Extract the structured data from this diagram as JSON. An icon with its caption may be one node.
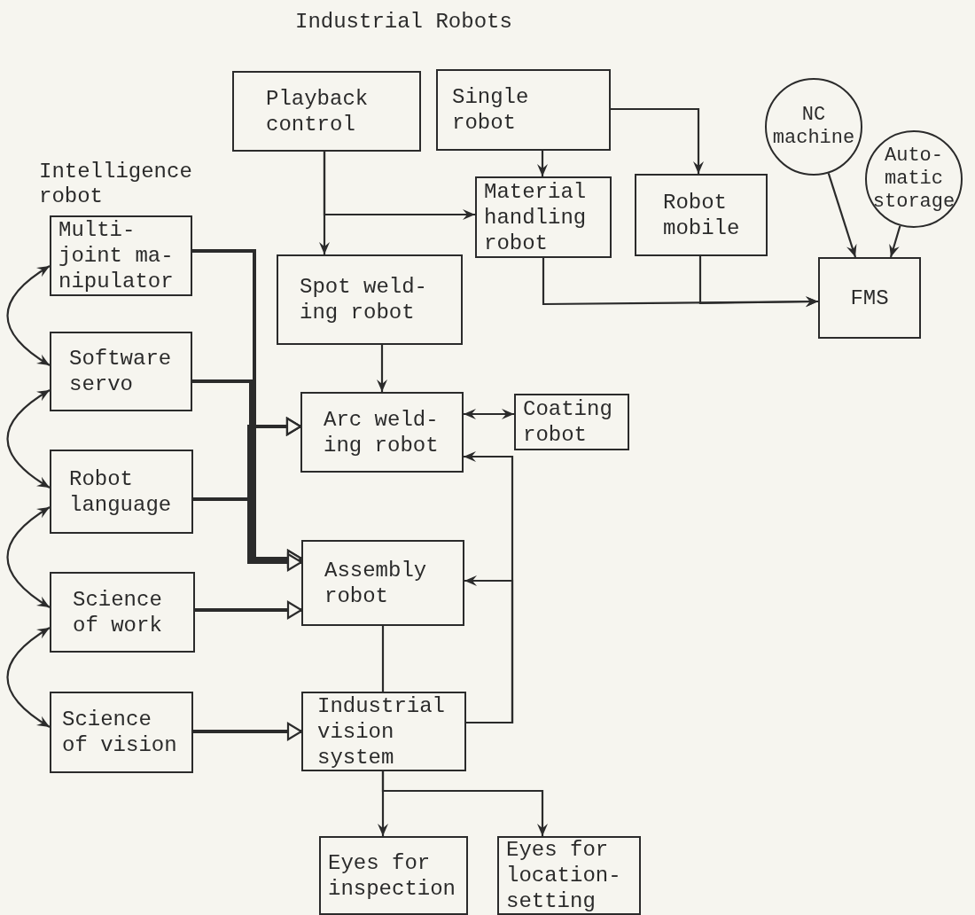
{
  "diagram": {
    "title": "Industrial Robots",
    "nodes": [
      {
        "text": [
          "Playback control"
        ]
      },
      {
        "text": [
          "Single robot"
        ]
      },
      {
        "text": [
          "NC machine"
        ]
      },
      {
        "text": [
          "Auto- matic storage"
        ]
      },
      {
        "text": [
          "Multi- joint ma- nipulator"
        ]
      },
      {
        "text": [
          "Material handling robot"
        ]
      },
      {
        "text": [
          "Robot mobile"
        ]
      },
      {
        "text": [
          "Spot weld- ing robot"
        ]
      },
      {
        "text": [
          "Software servo"
        ]
      },
      {
        "text": [
          "FMS"
        ]
      },
      {
        "text": [
          "Arc weld- ing robot"
        ]
      },
      {
        "text": [
          "Coating robot"
        ]
      },
      {
        "text": [
          "Robot language"
        ]
      },
      {
        "text": [
          "Assembly robot"
        ]
      },
      {
        "text": [
          "Science of work"
        ]
      },
      {
        "text": [
          "Science of vision"
        ]
      },
      {
        "text": [
          "Industrial vision system"
        ]
      },
      {
        "text": [
          "Eyes for inspection"
        ]
      },
      {
        "text": [
          "Eyes for location- setting"
        ]
      }
    ],
    "edges": [
      {
        "from": 0,
        "to": 7,
        "arrow": "to"
      },
      {
        "from": 0,
        "to": 5,
        "arrow": "to"
      },
      {
        "from": 1,
        "to": 5,
        "arrow": "to"
      },
      {
        "from": 1,
        "to": 6,
        "arrow": "to"
      },
      {
        "from": 5,
        "to": 9,
        "arrow": "to"
      },
      {
        "from": 6,
        "to": 9,
        "arrow": "to"
      },
      {
        "from": 2,
        "to": 9,
        "arrow": "to"
      },
      {
        "from": 3,
        "to": 9,
        "arrow": "to"
      },
      {
        "from": 7,
        "to": 10,
        "arrow": "to"
      },
      {
        "from": 10,
        "to": 11,
        "arrow": "both"
      },
      {
        "from": 16,
        "to": 10,
        "arrow": "to"
      },
      {
        "from": 16,
        "to": 13,
        "arrow": "to"
      },
      {
        "from": 13,
        "to": 16,
        "arrow": "none"
      },
      {
        "from": 16,
        "to": 17,
        "arrow": "to"
      },
      {
        "from": 16,
        "to": 18,
        "arrow": "to"
      },
      {
        "from": 4,
        "to": 8,
        "arrow": "both"
      },
      {
        "from": 8,
        "to": 12,
        "arrow": "both"
      },
      {
        "from": 12,
        "to": 14,
        "arrow": "both"
      },
      {
        "from": 14,
        "to": 15,
        "arrow": "both"
      },
      {
        "from": 4,
        "to": 10,
        "arrow": "to",
        "style": "thick"
      },
      {
        "from": 4,
        "to": 13,
        "arrow": "to",
        "style": "thick"
      },
      {
        "from": 8,
        "to": 10,
        "arrow": "to",
        "style": "thick"
      },
      {
        "from": 8,
        "to": 13,
        "arrow": "to",
        "style": "thick"
      },
      {
        "from": 12,
        "to": 10,
        "arrow": "to",
        "style": "thick"
      },
      {
        "from": 12,
        "to": 13,
        "arrow": "to",
        "style": "thick"
      },
      {
        "from": 14,
        "to": 13,
        "arrow": "to",
        "style": "thick"
      },
      {
        "from": 15,
        "to": 16,
        "arrow": "to",
        "style": "thick"
      }
    ],
    "labels": [
      "Intelligence robot"
    ]
  }
}
